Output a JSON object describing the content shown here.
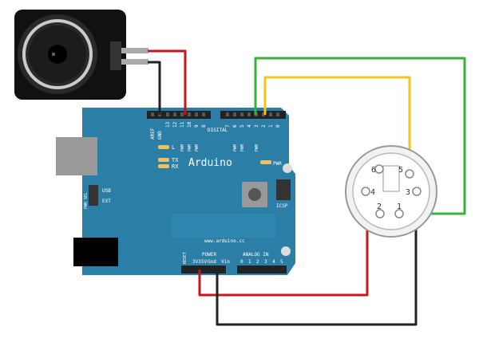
{
  "board": {
    "name": "Arduino",
    "url": "www.arduino.cc",
    "digital_label": "DIGITAL",
    "power_label": "POWER",
    "analog_label": "ANALOG IN",
    "icsp_label": "ICSP",
    "pwr_sel_label": "PWR SEL",
    "usb_label": "USB",
    "ext_label": "EXT",
    "led_l": "L",
    "led_tx": "TX",
    "led_rx": "RX",
    "led_pwr": "PWR",
    "reset_label": "RESET",
    "top_pins": [
      "AREF",
      "GND",
      "13",
      "12",
      "11",
      "10",
      "9",
      "8",
      "7",
      "6",
      "5",
      "4",
      "3",
      "2",
      "1",
      "0"
    ],
    "pwm_label": "PWM",
    "tx_label": "TX",
    "rx_label": "RX",
    "power_pins": [
      "3V3",
      "5V",
      "Gnd",
      "Vin"
    ],
    "analog_pins": [
      "0",
      "1",
      "2",
      "3",
      "4",
      "5"
    ]
  },
  "midi_connector": {
    "pins": [
      "1",
      "2",
      "3",
      "4",
      "5",
      "6"
    ]
  },
  "colors": {
    "board": "#2b7ea5",
    "wire_red": "#c8161d",
    "wire_black": "#222222",
    "wire_green": "#3ab03a",
    "wire_yellow": "#f0c419"
  }
}
